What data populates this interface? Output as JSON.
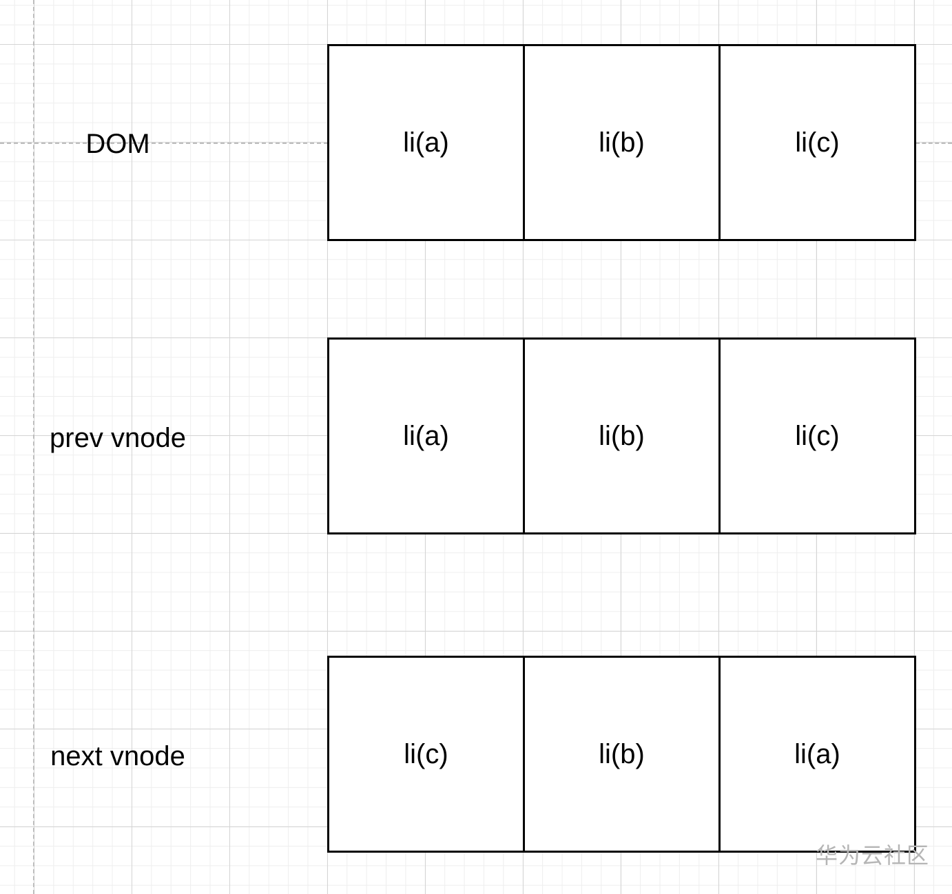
{
  "rows": [
    {
      "label": "DOM",
      "cells": [
        "li(a)",
        "li(b)",
        "li(c)"
      ]
    },
    {
      "label": "prev vnode",
      "cells": [
        "li(a)",
        "li(b)",
        "li(c)"
      ]
    },
    {
      "label": "next vnode",
      "cells": [
        "li(c)",
        "li(b)",
        "li(a)"
      ]
    }
  ],
  "watermark": "华为云社区"
}
